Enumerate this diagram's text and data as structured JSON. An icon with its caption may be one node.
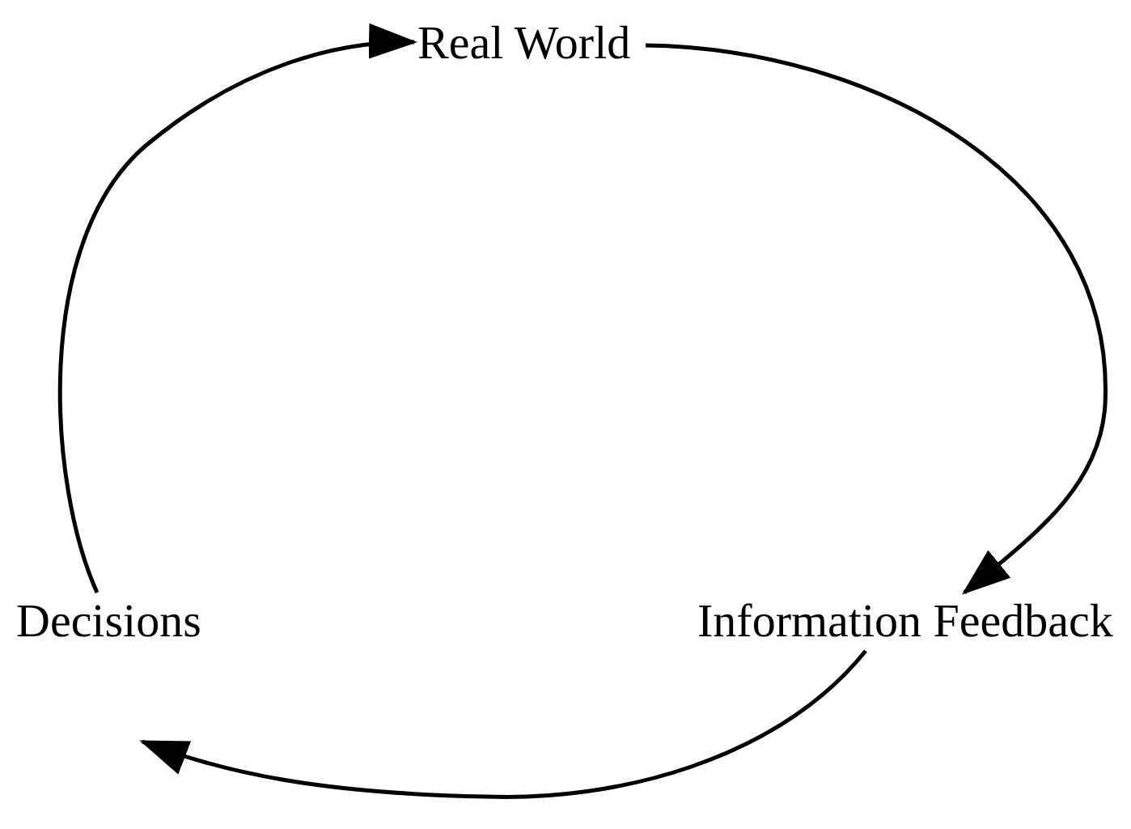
{
  "diagram": {
    "nodes": [
      {
        "text": [
          "Real World"
        ]
      },
      {
        "text": [
          "Information Feedback"
        ]
      },
      {
        "text": [
          "Decisions"
        ]
      }
    ],
    "edges": [
      {
        "from": 0,
        "to": 1,
        "arrow": "to"
      },
      {
        "from": 1,
        "to": 2,
        "arrow": "to"
      },
      {
        "from": 2,
        "to": 0,
        "arrow": "to"
      }
    ]
  }
}
